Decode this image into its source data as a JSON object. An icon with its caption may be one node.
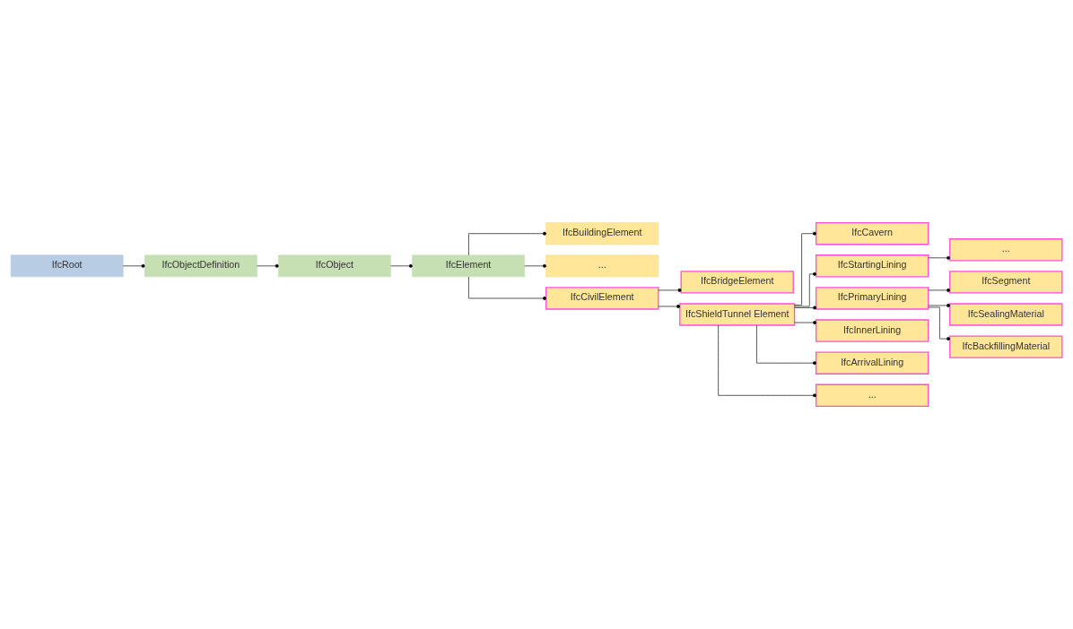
{
  "diagram": {
    "nodes": [
      {
        "text": [
          "IfcRoot"
        ]
      },
      {
        "text": [
          "IfcObjectDefinition"
        ]
      },
      {
        "text": [
          "IfcObject"
        ]
      },
      {
        "text": [
          "IfcElement"
        ]
      },
      {
        "text": [
          "IfcBuildingElement"
        ]
      },
      {
        "text": [
          "..."
        ]
      },
      {
        "text": [
          "IfcCivilElement"
        ]
      },
      {
        "text": [
          "IfcBridgeElement"
        ]
      },
      {
        "text": [
          "IfcShieldTunnel Element"
        ]
      },
      {
        "text": [
          "IfcCavern"
        ]
      },
      {
        "text": [
          "IfcStartingLining"
        ]
      },
      {
        "text": [
          "..."
        ]
      },
      {
        "text": [
          "IfcPrimaryLining"
        ]
      },
      {
        "text": [
          "IfcSegment"
        ]
      },
      {
        "text": [
          "IfcSealingMaterial"
        ]
      },
      {
        "text": [
          "IfcBackfillingMaterial"
        ]
      },
      {
        "text": [
          "IfcInnerLining"
        ]
      },
      {
        "text": [
          "IfcArrivalLining"
        ]
      },
      {
        "text": [
          "..."
        ]
      }
    ],
    "edges": [
      {
        "from": 0,
        "to": 1,
        "arrow": "other"
      },
      {
        "from": 1,
        "to": 2,
        "arrow": "other"
      },
      {
        "from": 2,
        "to": 3,
        "arrow": "other"
      },
      {
        "from": 3,
        "to": 4,
        "arrow": "other"
      },
      {
        "from": 3,
        "to": 5,
        "arrow": "other"
      },
      {
        "from": 3,
        "to": 6,
        "arrow": "other"
      },
      {
        "from": 6,
        "to": 7,
        "arrow": "other"
      },
      {
        "from": 6,
        "to": 8,
        "arrow": "other"
      },
      {
        "from": 8,
        "to": 9,
        "arrow": "other"
      },
      {
        "from": 8,
        "to": 10,
        "arrow": "other"
      },
      {
        "from": 10,
        "to": 11,
        "arrow": "other"
      },
      {
        "from": 8,
        "to": 12,
        "arrow": "other"
      },
      {
        "from": 12,
        "to": 13,
        "arrow": "other"
      },
      {
        "from": 12,
        "to": 14,
        "arrow": "other"
      },
      {
        "from": 12,
        "to": 15,
        "arrow": "other"
      },
      {
        "from": 8,
        "to": 16,
        "arrow": "other"
      },
      {
        "from": 8,
        "to": 17,
        "arrow": "other"
      },
      {
        "from": 8,
        "to": 18,
        "arrow": "other"
      }
    ]
  }
}
